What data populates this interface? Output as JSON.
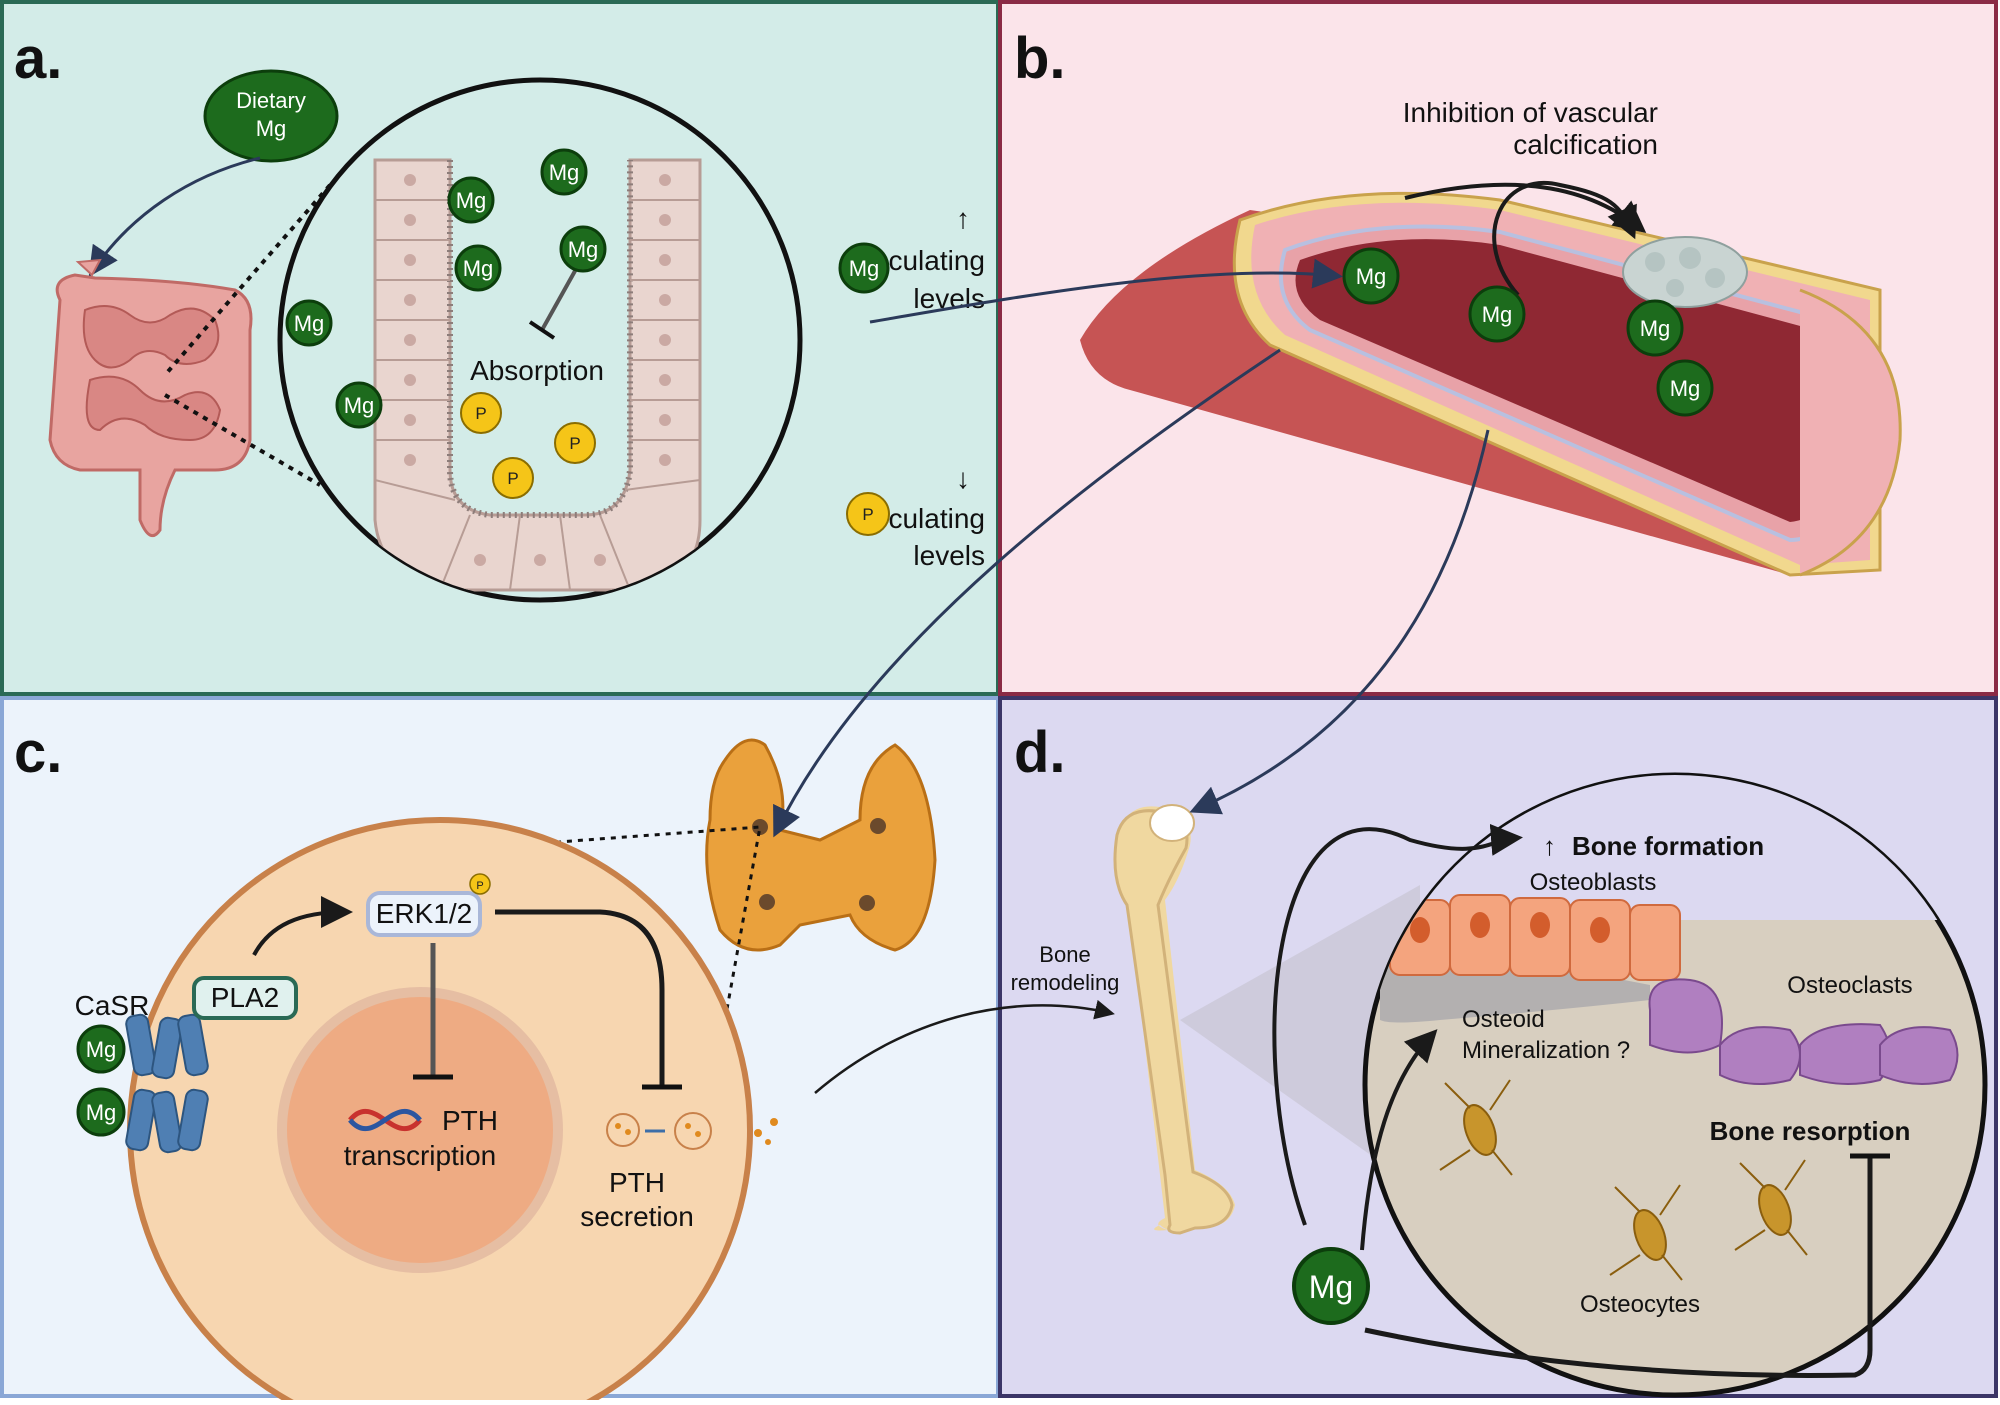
{
  "panels": {
    "a": {
      "letter": "a.",
      "color": "#d3ece8",
      "border": "#2a6a55",
      "dietary": [
        "Dietary",
        "Mg"
      ],
      "absorption": "Absorption",
      "circ_up": "↑",
      "circ_down": "↓",
      "circ_text": "culating",
      "circ_text2": "levels"
    },
    "b": {
      "letter": "b.",
      "color": "#fbe4ea",
      "border": "#8a2a45",
      "title_l1": "Inhibition of vascular",
      "title_l2": "calcification"
    },
    "c": {
      "letter": "c.",
      "color": "#ecf3fb",
      "border": "#8aa7d6",
      "casr": "CaSR",
      "pla2": "PLA2",
      "erk": "ERK1/2",
      "pth1": "PTH",
      "pth2": "transcription",
      "sec1": "PTH",
      "sec2": "secretion"
    },
    "d": {
      "letter": "d.",
      "color": "#dcd9f1",
      "border": "#3b3567",
      "remod1": "Bone",
      "remod2": "remodeling",
      "bone_formation_arrow": "↑",
      "bone_formation": "Bone formation",
      "osteoblasts": "Osteoblasts",
      "osteoclasts": "Osteoclasts",
      "osteoid": "Osteoid",
      "mineral": "Mineralization ?",
      "resorption": "Bone resorption",
      "osteocytes": "Osteocytes",
      "mg": "Mg"
    }
  },
  "labels": {
    "mg": "Mg",
    "p": "P"
  },
  "colors": {
    "mg_fill": "#1d6b1d",
    "mg_stroke": "#0c3e0c",
    "p_fill": "#f5c518",
    "arrow": "#2b3a5a",
    "dark_arrow": "#1a1a1a"
  }
}
